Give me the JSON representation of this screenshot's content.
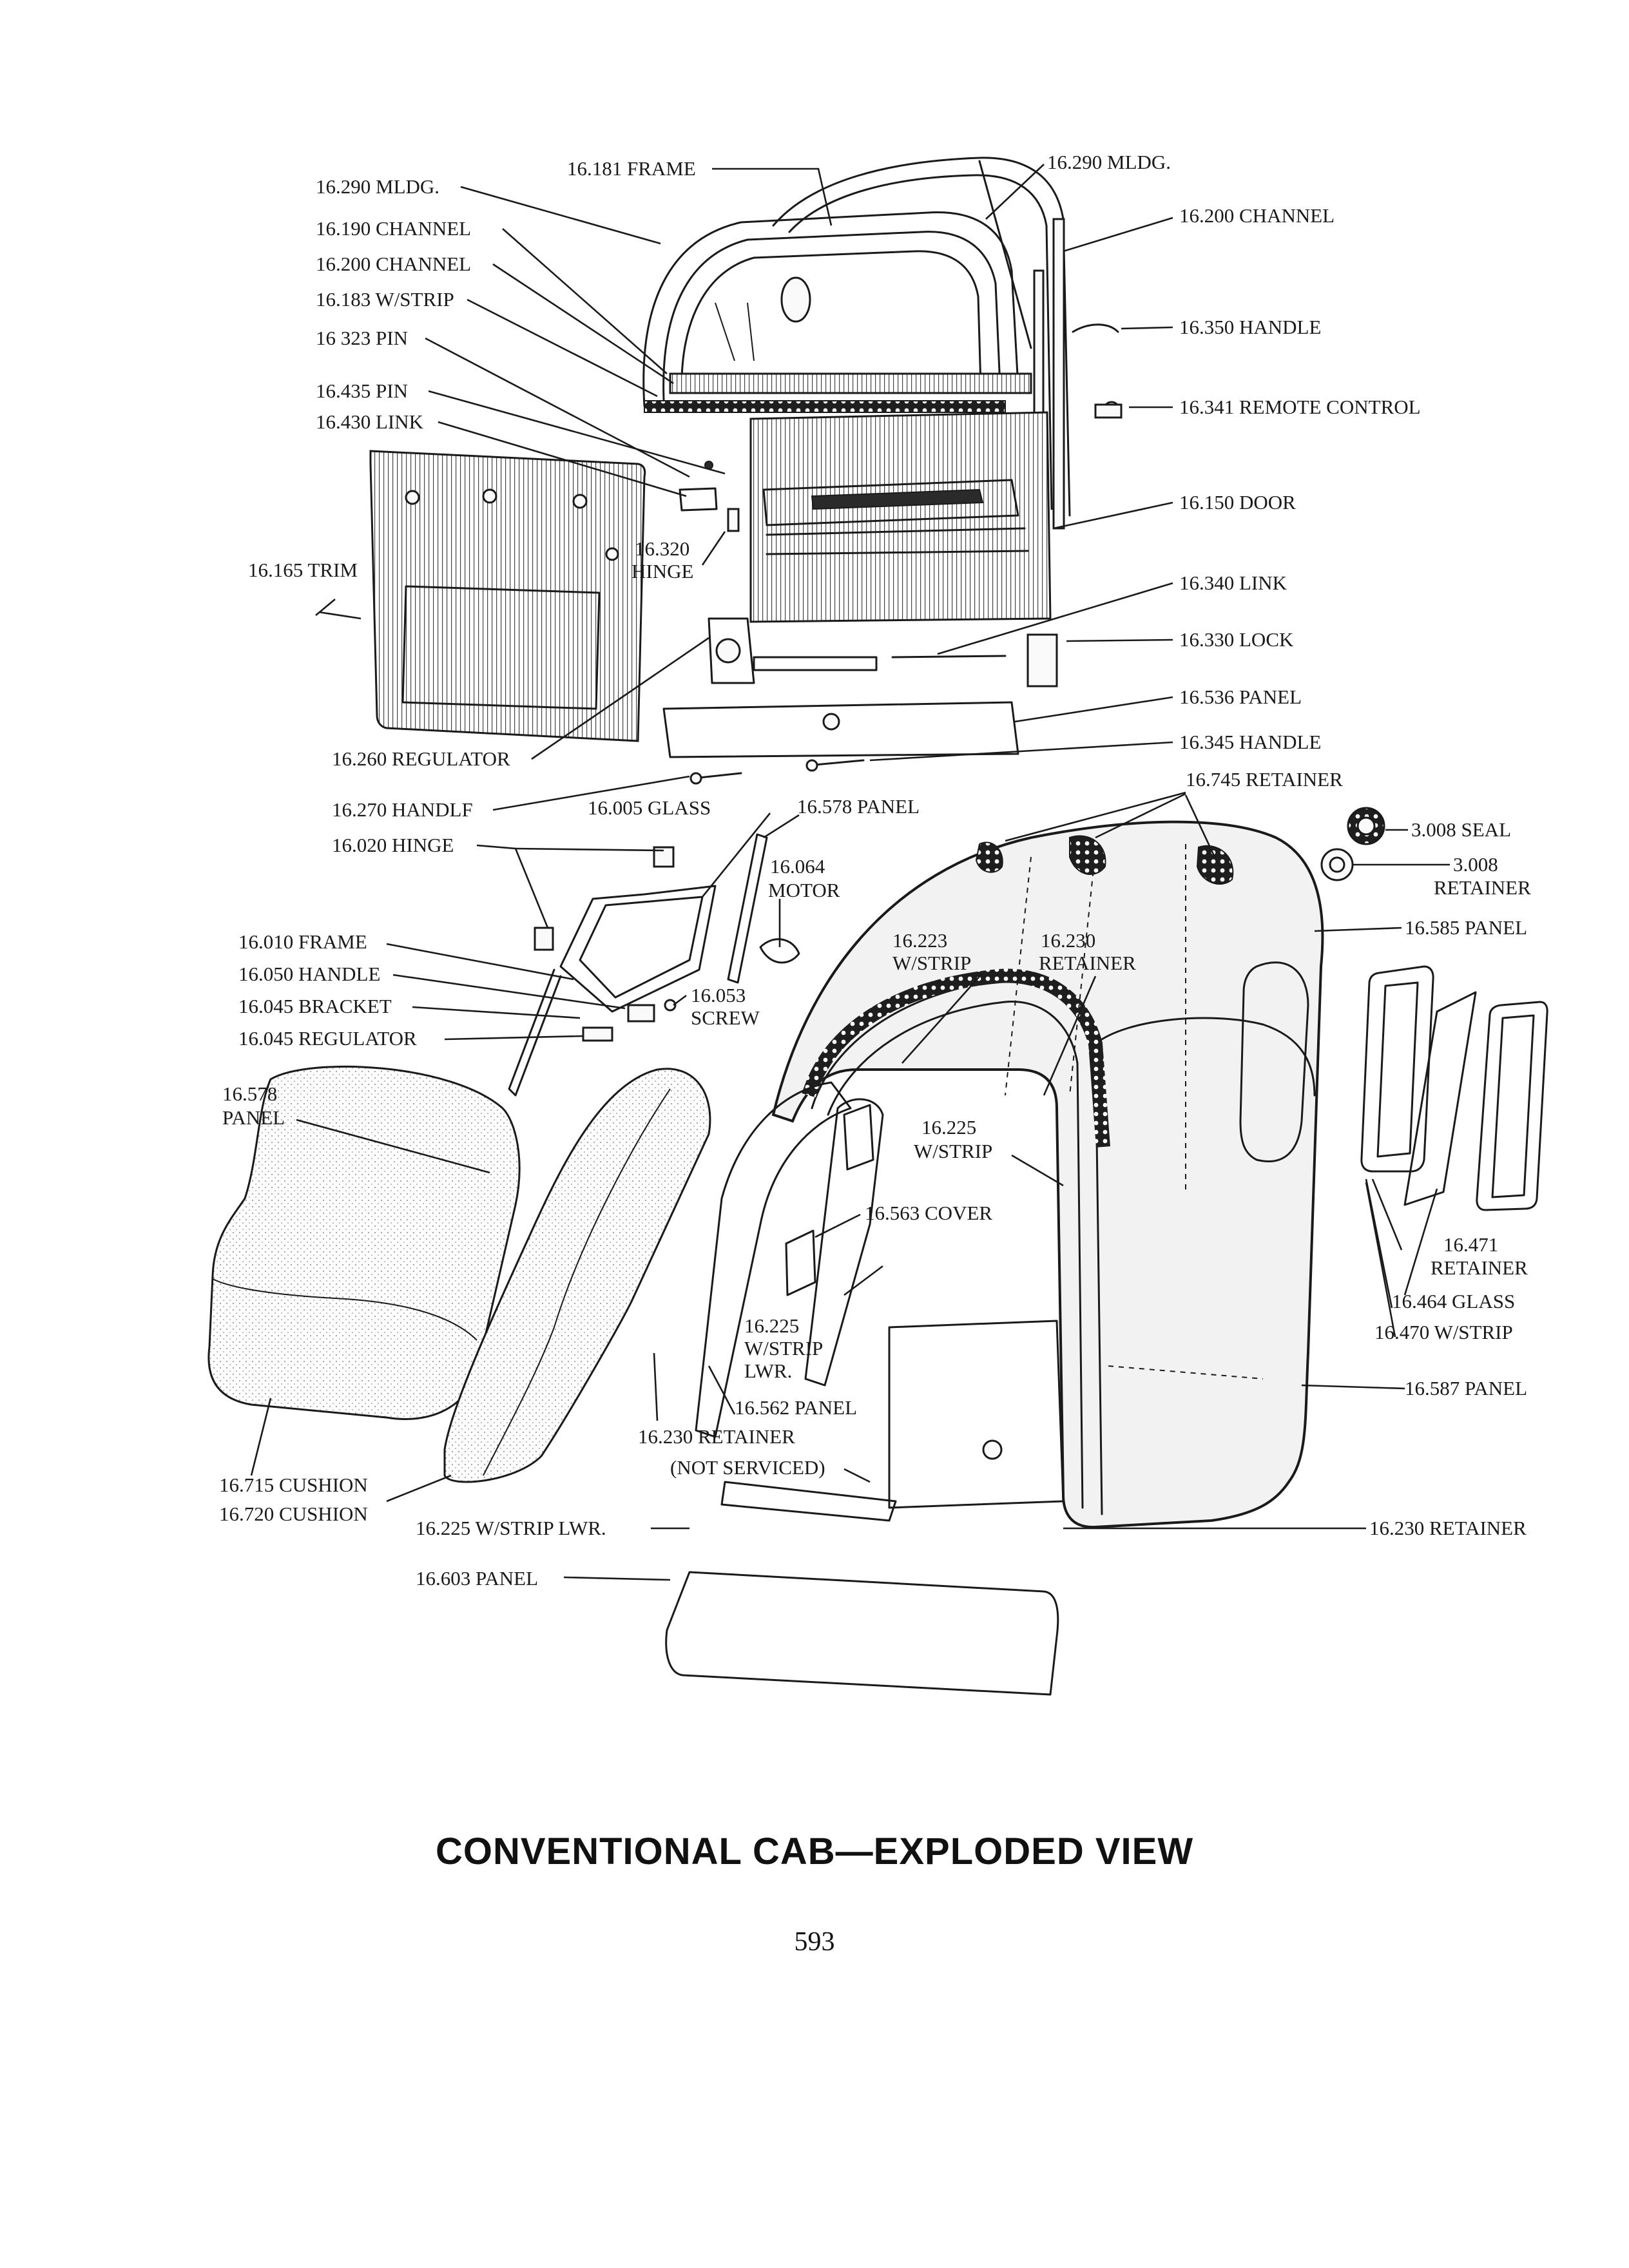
{
  "caption": "CONVENTIONAL CAB—EXPLODED VIEW",
  "page_number": "593",
  "labels": {
    "mldg_left": "16.290 MLDG.",
    "frame_top": "16.181 FRAME",
    "mldg_right": "16.290 MLDG.",
    "channel_190": "16.190 CHANNEL",
    "channel_200_left": "16.200 CHANNEL",
    "channel_200_right": "16.200 CHANNEL",
    "wstrip_183": "16.183 W/STRIP",
    "pin_323": "16 323 PIN",
    "handle_350": "16.350 HANDLE",
    "pin_435": "16.435 PIN",
    "link_430": "16.430 LINK",
    "remote_341": "16.341 REMOTE CONTROL",
    "door_150": "16.150 DOOR",
    "hinge_320_a": "16.320",
    "hinge_320_b": "HINGE",
    "trim_165": "16.165 TRIM",
    "link_340": "16.340 LINK",
    "lock_330": "16.330 LOCK",
    "panel_536": "16.536 PANEL",
    "regulator_260": "16.260 REGULATOR",
    "handle_345": "16.345 HANDLE",
    "retainer_745": "16.745 RETAINER",
    "handle_270": "16.270 HANDLF",
    "glass_005": "16.005 GLASS",
    "panel_578_top": "16.578 PANEL",
    "seal_008": "3.008 SEAL",
    "hinge_020": "16.020 HINGE",
    "motor_064_a": "16.064",
    "motor_064_b": "MOTOR",
    "retainer_008_a": "3.008",
    "retainer_008_b": "RETAINER",
    "panel_585": "16.585 PANEL",
    "wstrip_223_a": "16.223",
    "wstrip_223_b": "W/STRIP",
    "retainer_230_top_a": "16.230",
    "retainer_230_top_b": "RETAINER",
    "frame_010": "16.010 FRAME",
    "handle_050": "16.050 HANDLE",
    "screw_053_a": "16.053",
    "screw_053_b": "SCREW",
    "bracket_045": "16.045 BRACKET",
    "regulator_045": "16.045 REGULATOR",
    "panel_578_left_a": "16.578",
    "panel_578_left_b": "PANEL",
    "wstrip_225_a": "16.225",
    "wstrip_225_b": "W/STRIP",
    "cover_563": "16.563 COVER",
    "retainer_471_a": "16.471",
    "retainer_471_b": "RETAINER",
    "wstrip_225_lwr_a": "16.225",
    "wstrip_225_lwr_b": "W/STRIP",
    "wstrip_225_lwr_c": "LWR.",
    "glass_464": "16.464 GLASS",
    "wstrip_470": "16.470 W/STRIP",
    "panel_562": "16.562 PANEL",
    "panel_587": "16.587 PANEL",
    "retainer_230_mid": "16.230 RETAINER",
    "not_serviced": "(NOT SERVICED)",
    "cushion_715": "16.715 CUSHION",
    "cushion_720": "16.720 CUSHION",
    "wstrip_225_lower": "16.225 W/STRIP LWR.",
    "retainer_230_right": "16.230 RETAINER",
    "panel_603": "16.603 PANEL"
  }
}
